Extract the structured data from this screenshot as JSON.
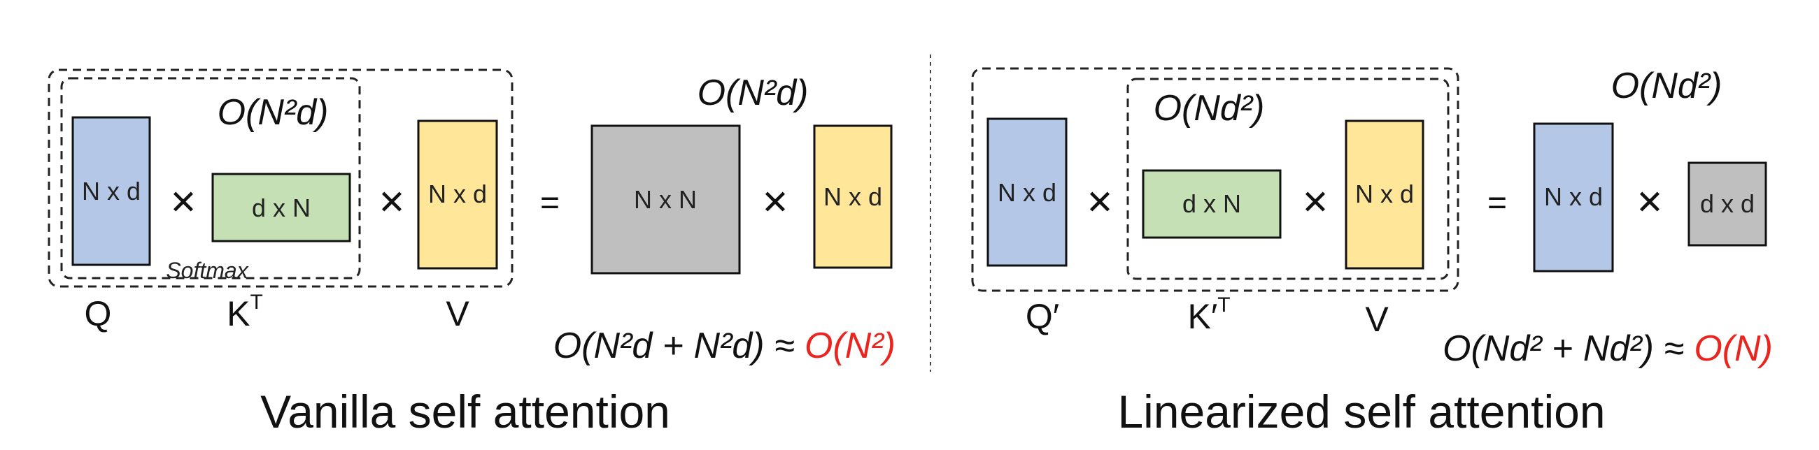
{
  "colors": {
    "blue": "#b4c7e7",
    "green": "#c5e0b4",
    "yellow": "#ffe699",
    "gray": "#bfbfbf",
    "red": "#e8261f"
  },
  "left": {
    "caption": "Vanilla self attention",
    "inner_complexity": "O(N²d)",
    "softmax_label": "Softmax",
    "result_complexity": "O(N²d)",
    "total_complexity": "O(N²d + N²d) ≈ ",
    "total_highlight": "O(N²)",
    "matrices": {
      "q": "N x d",
      "kt": "d x N",
      "v": "N x d",
      "attn": "N x N",
      "v2": "N x d"
    },
    "labels": {
      "q": "Q",
      "k": "K",
      "k_sup": "T",
      "v": "V"
    }
  },
  "right": {
    "caption": "Linearized self attention",
    "inner_complexity": "O(Nd²)",
    "result_complexity": "O(Nd²)",
    "total_complexity": "O(Nd² + Nd²) ≈ ",
    "total_highlight": "O(N)",
    "matrices": {
      "q": "N x d",
      "kt": "d x N",
      "v": "N x d",
      "q2": "N x d",
      "kv": "d x d"
    },
    "labels": {
      "q": "Q′",
      "k": "K′",
      "k_sup": "T",
      "v": "V"
    }
  },
  "symbols": {
    "times": "✕",
    "equals": "="
  }
}
